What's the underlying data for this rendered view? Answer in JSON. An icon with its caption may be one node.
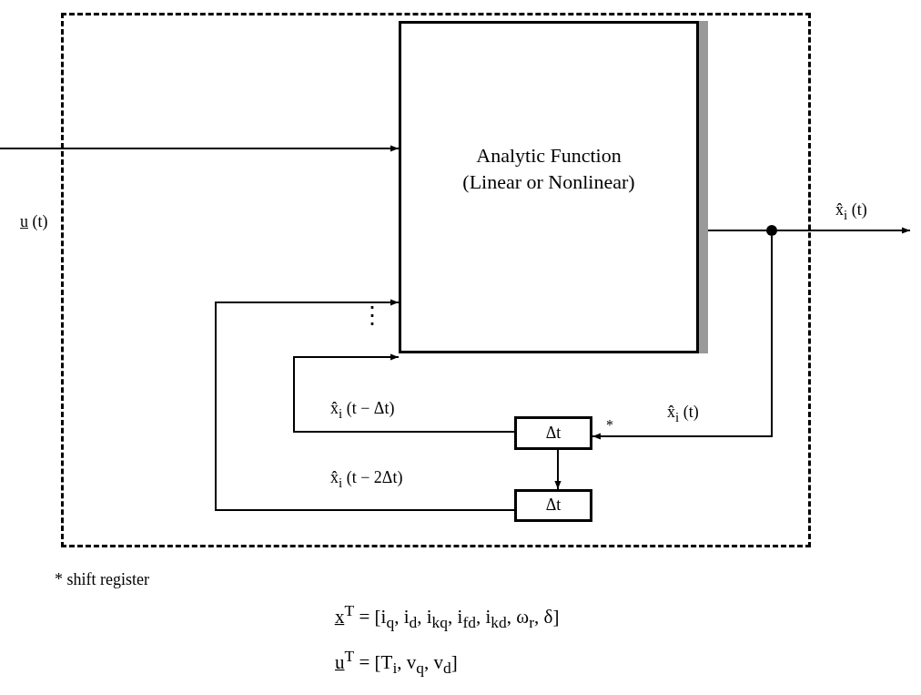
{
  "diagram": {
    "nodes": [
      {
        "text": [],
        "shape": "box"
      },
      {
        "text": [
          "Analytic Function (Linear or Nonlinear)"
        ],
        "in": 0
      },
      {
        "text": [
          "Δt"
        ],
        "in": 0,
        "beside": [
          "*"
        ]
      },
      {
        "text": [
          "Δt"
        ],
        "in": 0
      },
      {
        "text": [],
        "shape": "circle",
        "in": 0
      }
    ],
    "edges": [
      {
        "from": null,
        "to": 1,
        "arrow": "to",
        "label": "u̲ (t)"
      },
      {
        "from": 1,
        "to": 4,
        "arrow": "none"
      },
      {
        "from": 4,
        "to": null,
        "arrow": "to",
        "label": "x̂$_{i}$ (t)"
      },
      {
        "from": 4,
        "to": 2,
        "arrow": "to",
        "label": "x̂$_{i}$ (t)"
      },
      {
        "from": 2,
        "to": 3,
        "arrow": "to"
      },
      {
        "from": 2,
        "to": 1,
        "arrow": "to",
        "label": "x̂$_{i}$ (t − Δt)"
      },
      {
        "from": 3,
        "to": 1,
        "arrow": "to",
        "label": "x̂$_{i}$ (t − 2Δt)"
      }
    ],
    "labels": [
      "⋮",
      "* shift register",
      "x̲$^{T}$ = [i$_{q}$, i$_{d}$, i$_{kq}$, i$_{fd}$, i$_{kd}$, ω$_{r}$, δ]",
      "u̲$^{T}$ = [T$_{i}$, v$_{q}$, v$_{d}$]"
    ]
  }
}
